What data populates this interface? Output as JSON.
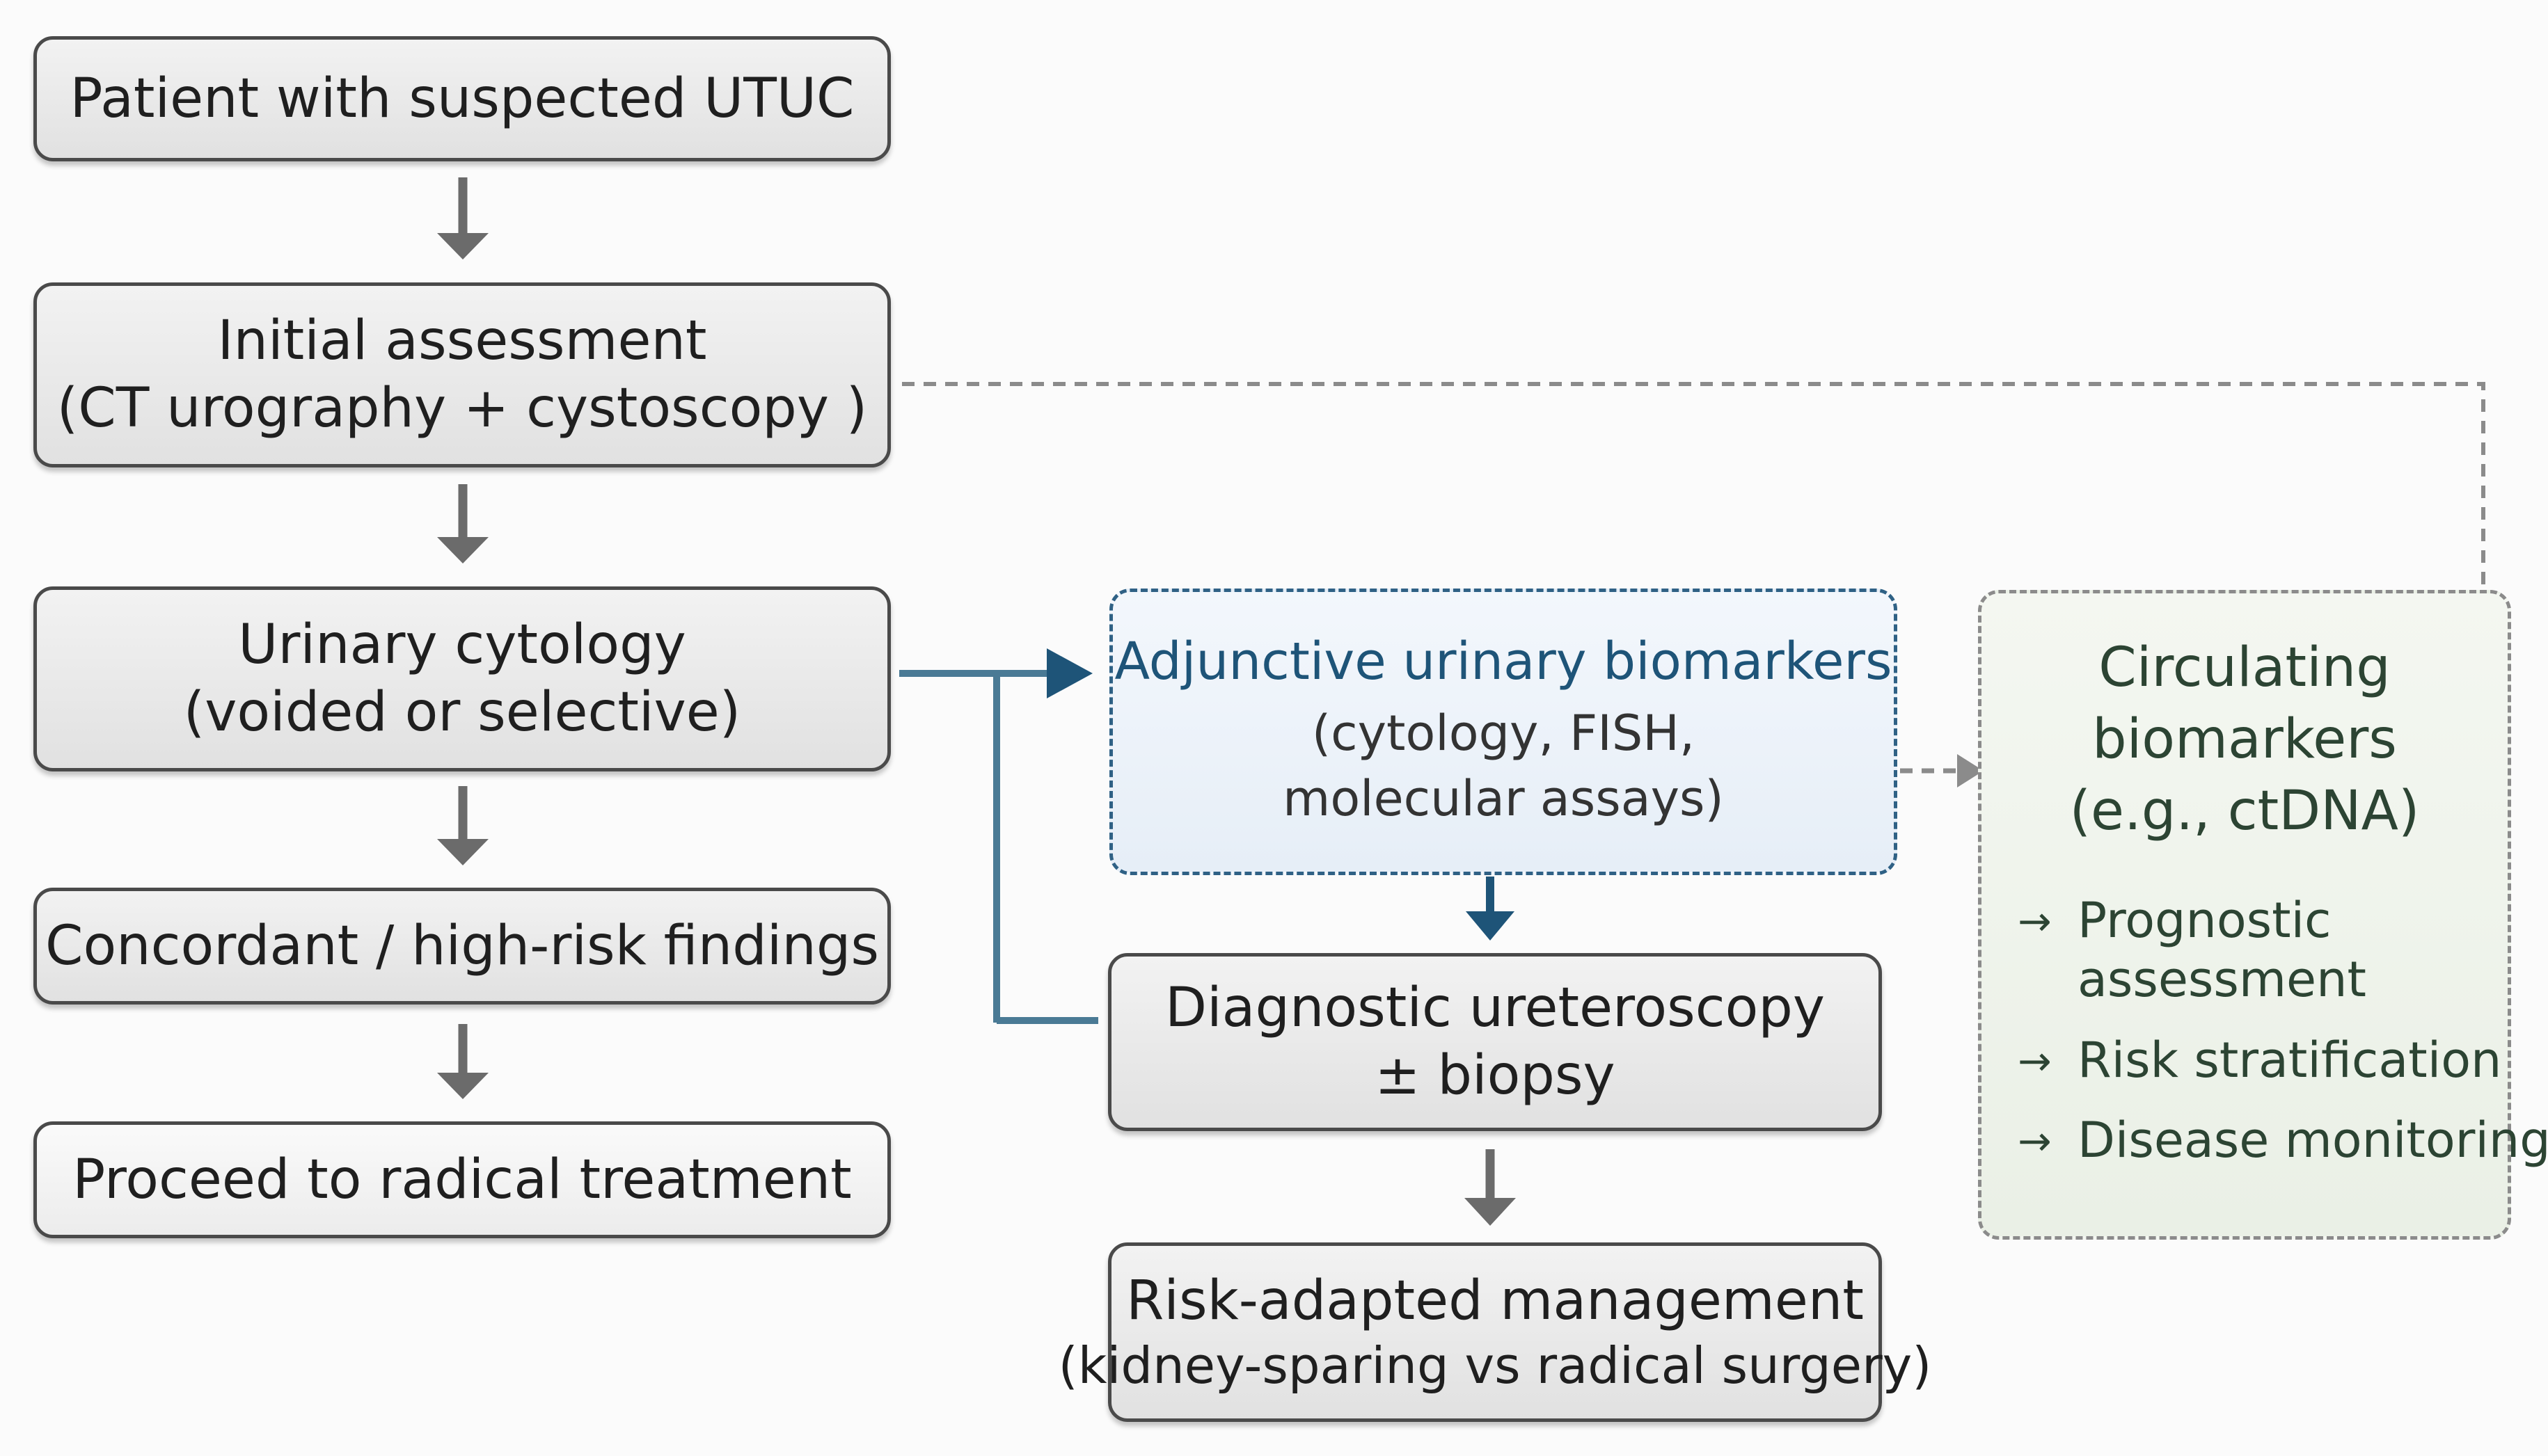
{
  "nodes": {
    "patient": "Patient with suspected UTUC",
    "initial_line1": "Initial assessment",
    "initial_line2": "(CT urography + cystoscopy )",
    "cytology_line1": "Urinary cytology",
    "cytology_line2": "(voided or selective)",
    "concordant": "Concordant / high-risk findings",
    "radical": "Proceed to radical treatment",
    "adjunctive_title": "Adjunctive urinary biomarkers",
    "adjunctive_line1": "(cytology, FISH,",
    "adjunctive_line2": "molecular assays)",
    "ureteroscopy_line1": "Diagnostic ureteroscopy",
    "ureteroscopy_line2": "± biopsy",
    "risk_line1": "Risk-adapted management",
    "risk_line2": "(kidney-sparing vs radical surgery)",
    "circulating_line1": "Circulating",
    "circulating_line2": "biomarkers",
    "circulating_line3": "(e.g., ctDNA)",
    "circulating_items": [
      {
        "line1": "Prognostic",
        "line2": "assessment"
      },
      {
        "line1": "Risk stratification"
      },
      {
        "line1": "Disease monitoring"
      }
    ],
    "bullet_arrow": "→"
  },
  "colors": {
    "arrow_gray": "#6b6b6b",
    "accent_blue": "#1e5478",
    "connector_blue": "#4a7a95",
    "dashed_gray": "#8b8b8b",
    "green_text": "#2c4433"
  }
}
